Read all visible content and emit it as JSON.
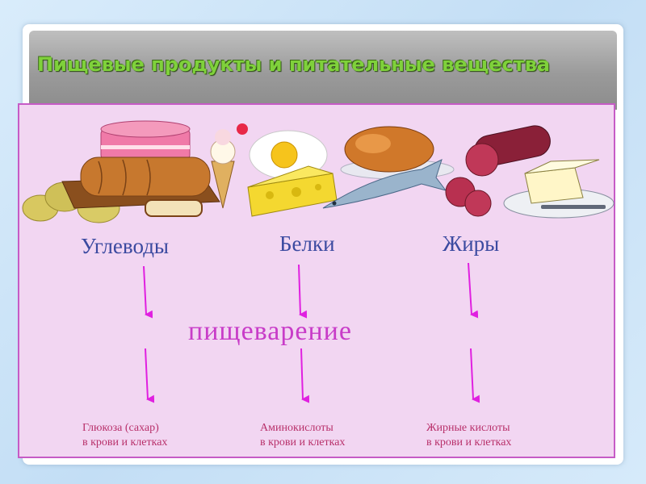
{
  "slide": {
    "title": "Пищевые продукты и питательные вещества"
  },
  "nutrients": [
    {
      "name": "Углеводы",
      "result_line1": "Глюкоза (сахар)",
      "result_line2": "в крови и клетках"
    },
    {
      "name": "Белки",
      "result_line1": "Аминокислоты",
      "result_line2": "в крови и клетках"
    },
    {
      "name": "Жиры",
      "result_line1": "Жирные кислоты",
      "result_line2": "в крови и клетках"
    }
  ],
  "process": "пищеварение",
  "colors": {
    "title_text": "#7fd13b",
    "panel_bg": "#f2d6f2",
    "panel_border": "#c65bc6",
    "category_text": "#3b4aa0",
    "process_text": "#c83cc8",
    "arrow": "#e020e0",
    "result_text": "#b8306a"
  },
  "illustration": {
    "items": [
      "bread-icon",
      "potato-icon",
      "cake-icon",
      "ice-cream-icon",
      "fried-egg-icon",
      "cheese-icon",
      "roast-chicken-icon",
      "fish-icon",
      "sausage-icon",
      "butter-icon"
    ]
  }
}
